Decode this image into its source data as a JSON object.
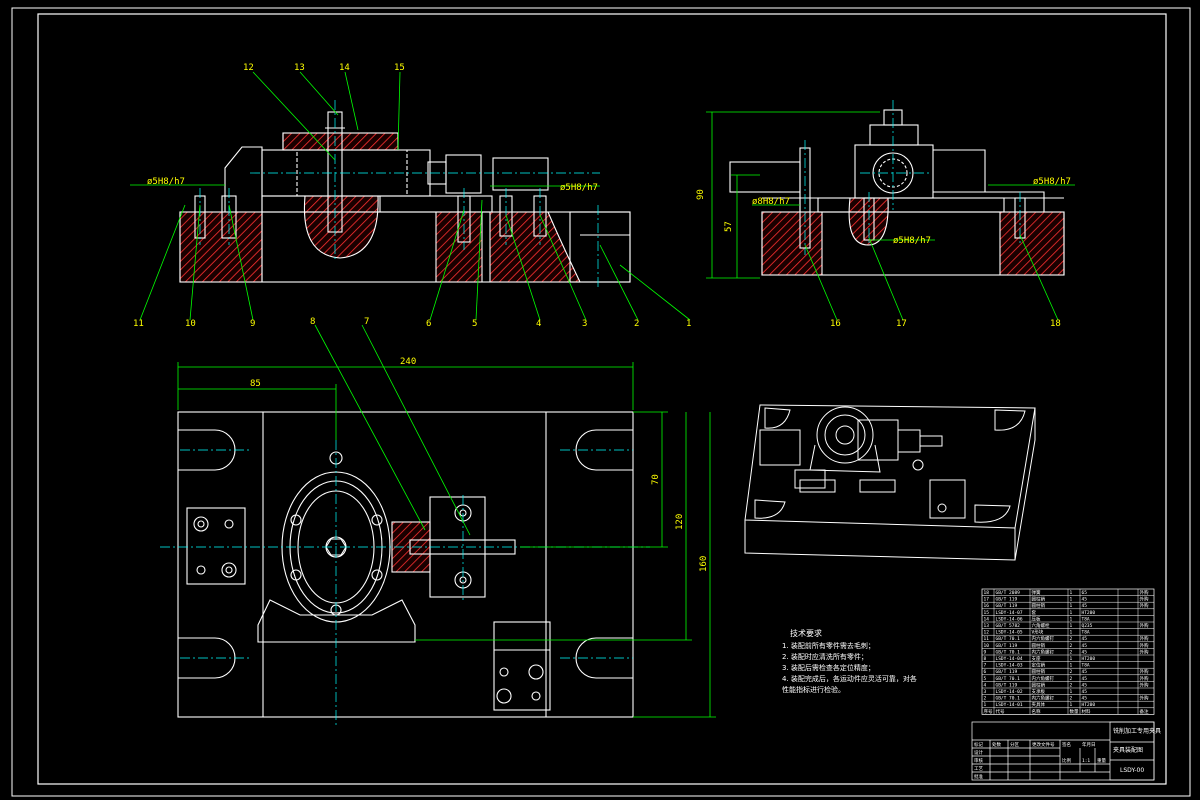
{
  "part_numbers": {
    "front": [
      "12",
      "13",
      "14",
      "15",
      "11",
      "10",
      "9",
      "6",
      "5",
      "4",
      "3",
      "2",
      "1"
    ],
    "side": [
      "16",
      "17",
      "18"
    ],
    "top": [
      "8",
      "7"
    ]
  },
  "dimensions": {
    "fit_left": "ø5H8/h7",
    "fit_right": "ø5H8/h7",
    "side_fit_left": "ø8H8/h7",
    "side_fit_mid": "ø5H8/h7",
    "side_fit_right": "ø5H8/h7",
    "side_h1": "90",
    "side_h2": "57",
    "plan_w": "240",
    "plan_w2": "85",
    "plan_h1": "70",
    "plan_h2": "120",
    "plan_h3": "160"
  },
  "notes": {
    "title": "技术要求",
    "lines": [
      "1. 装配前所有零件需去毛刺；",
      "2. 装配时应清洗所有零件；",
      "3. 装配后需检查各定位精度；",
      "4. 装配完成后，各运动件应灵活可靠，对各",
      "性能指标进行检验。"
    ]
  },
  "parts_table": {
    "rows": [
      {
        "no": "18",
        "code": "GB/T 2089",
        "name": "弹簧",
        "qty": "1",
        "mat": "65",
        "note": "外购"
      },
      {
        "no": "17",
        "code": "GB/T 119",
        "name": "圆柱销",
        "qty": "1",
        "mat": "45",
        "note": "外购"
      },
      {
        "no": "16",
        "code": "GB/T 119",
        "name": "圆柱销",
        "qty": "1",
        "mat": "45",
        "note": "外购"
      },
      {
        "no": "15",
        "code": "LSDY-14-07",
        "name": "套",
        "qty": "1",
        "mat": "HT200",
        "note": ""
      },
      {
        "no": "14",
        "code": "LSDY-14-06",
        "name": "压板",
        "qty": "1",
        "mat": "T8A",
        "note": ""
      },
      {
        "no": "13",
        "code": "GB/T 5782",
        "name": "六角螺栓",
        "qty": "1",
        "mat": "Q235",
        "note": "外购"
      },
      {
        "no": "12",
        "code": "LSDY-14-05",
        "name": "V形块",
        "qty": "1",
        "mat": "T8A",
        "note": ""
      },
      {
        "no": "11",
        "code": "GB/T 70.1",
        "name": "内六角螺钉",
        "qty": "2",
        "mat": "45",
        "note": "外购"
      },
      {
        "no": "10",
        "code": "GB/T 119",
        "name": "圆柱销",
        "qty": "2",
        "mat": "45",
        "note": "外购"
      },
      {
        "no": "9",
        "code": "GB/T 70.1",
        "name": "内六角螺钉",
        "qty": "2",
        "mat": "45",
        "note": "外购"
      },
      {
        "no": "8",
        "code": "LSDY-14-04",
        "name": "支座",
        "qty": "1",
        "mat": "HT200",
        "note": ""
      },
      {
        "no": "7",
        "code": "LSDY-14-03",
        "name": "定位销",
        "qty": "1",
        "mat": "T8A",
        "note": ""
      },
      {
        "no": "6",
        "code": "GB/T 119",
        "name": "圆柱销",
        "qty": "2",
        "mat": "45",
        "note": "外购"
      },
      {
        "no": "5",
        "code": "GB/T 70.1",
        "name": "内六角螺钉",
        "qty": "2",
        "mat": "45",
        "note": "外购"
      },
      {
        "no": "4",
        "code": "GB/T 119",
        "name": "圆柱销",
        "qty": "2",
        "mat": "45",
        "note": "外购"
      },
      {
        "no": "3",
        "code": "LSDY-14-02",
        "name": "支承板",
        "qty": "1",
        "mat": "45",
        "note": ""
      },
      {
        "no": "2",
        "code": "GB/T 70.1",
        "name": "内六角螺钉",
        "qty": "2",
        "mat": "45",
        "note": "外购"
      },
      {
        "no": "1",
        "code": "LSDY-14-01",
        "name": "夹具体",
        "qty": "1",
        "mat": "HT200",
        "note": ""
      }
    ],
    "header": [
      "序号",
      "代号",
      "名称",
      "数量",
      "材料",
      "备注"
    ],
    "scale_label": "比例",
    "scale": "1:1",
    "weight_label": "重量"
  },
  "title_block": {
    "drawing_title": "铣削加工专用夹具",
    "sub_title": "夹具装配图",
    "drawing_no": "LSDY-00",
    "row_labels": [
      "标记",
      "处数",
      "分区",
      "更改文件号",
      "签名",
      "年月日"
    ],
    "role_labels": [
      "设计",
      "审核",
      "工艺",
      "批准"
    ]
  },
  "colors": {
    "outline": "#ffffff",
    "hatch": "#ff3030",
    "center": "#00ffff",
    "leader": "#00ff00",
    "label": "#ffff00"
  }
}
